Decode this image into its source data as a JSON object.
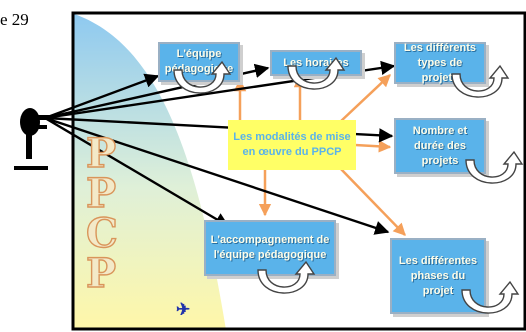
{
  "page_number": "e 29",
  "center": {
    "text": "Les modalités de mise en œuvre du PPCP"
  },
  "boxes": {
    "equipe": "L'équipe pédagogique",
    "horaires": "Les horaires",
    "types": "Les différents types de projets",
    "nombre": "Nombre et durée des projets",
    "accompagnement": "L'accompagnement de l'équipe pédagogique",
    "phases": "Les différentes phases du projet"
  },
  "side_letters": [
    "P",
    "P",
    "C",
    "P"
  ],
  "icons": {
    "person": "person-pointing-icon",
    "curved_arrow": "curved-arrow-icon",
    "logo": "runner-logo-icon"
  },
  "colors": {
    "box_fill": "#5ab3ea",
    "center_fill": "#ffff66",
    "connector": "#f5a05a",
    "left_shape_top": "#8ec9f0",
    "left_shape_bottom": "#fff7a8"
  }
}
